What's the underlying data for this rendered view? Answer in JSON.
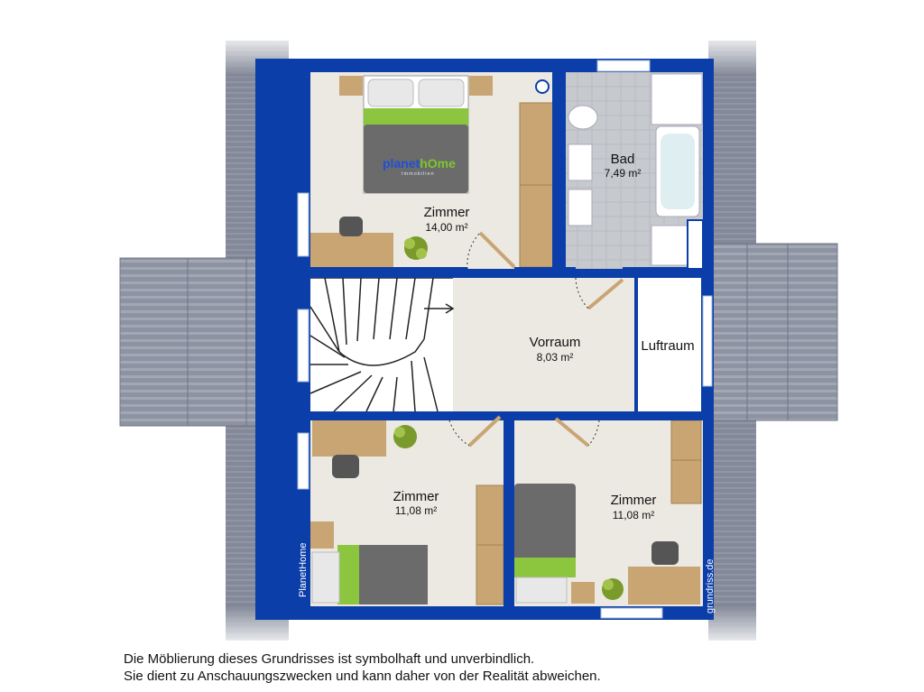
{
  "rooms": [
    {
      "name": "Zimmer",
      "area": "14,00 m²"
    },
    {
      "name": "Bad",
      "area": "7,49 m²"
    },
    {
      "name": "Vorraum",
      "area": "8,03 m²"
    },
    {
      "name": "Luftraum",
      "area": ""
    },
    {
      "name": "Zimmer",
      "area": "11,08 m²"
    },
    {
      "name": "Zimmer",
      "area": "11,08 m²"
    }
  ],
  "logo": {
    "part1": "planet",
    "part2": "hOme",
    "sub": "Immobilien"
  },
  "credits": {
    "left": "PlanetHome",
    "right": "grundriss.de"
  },
  "disclaimer": {
    "line1": "Die Möblierung dieses Grundrisses ist symbolhaft und unverbindlich.",
    "line2": "Sie dient zu Anschauungszwecken und kann daher von der Realität abweichen."
  },
  "colors": {
    "wall": "#0b3ea8",
    "floor": "#ebe9e2",
    "roof": "#8a8f9e",
    "bed_accent": "#8cc63f",
    "wood": "#c9a574"
  }
}
